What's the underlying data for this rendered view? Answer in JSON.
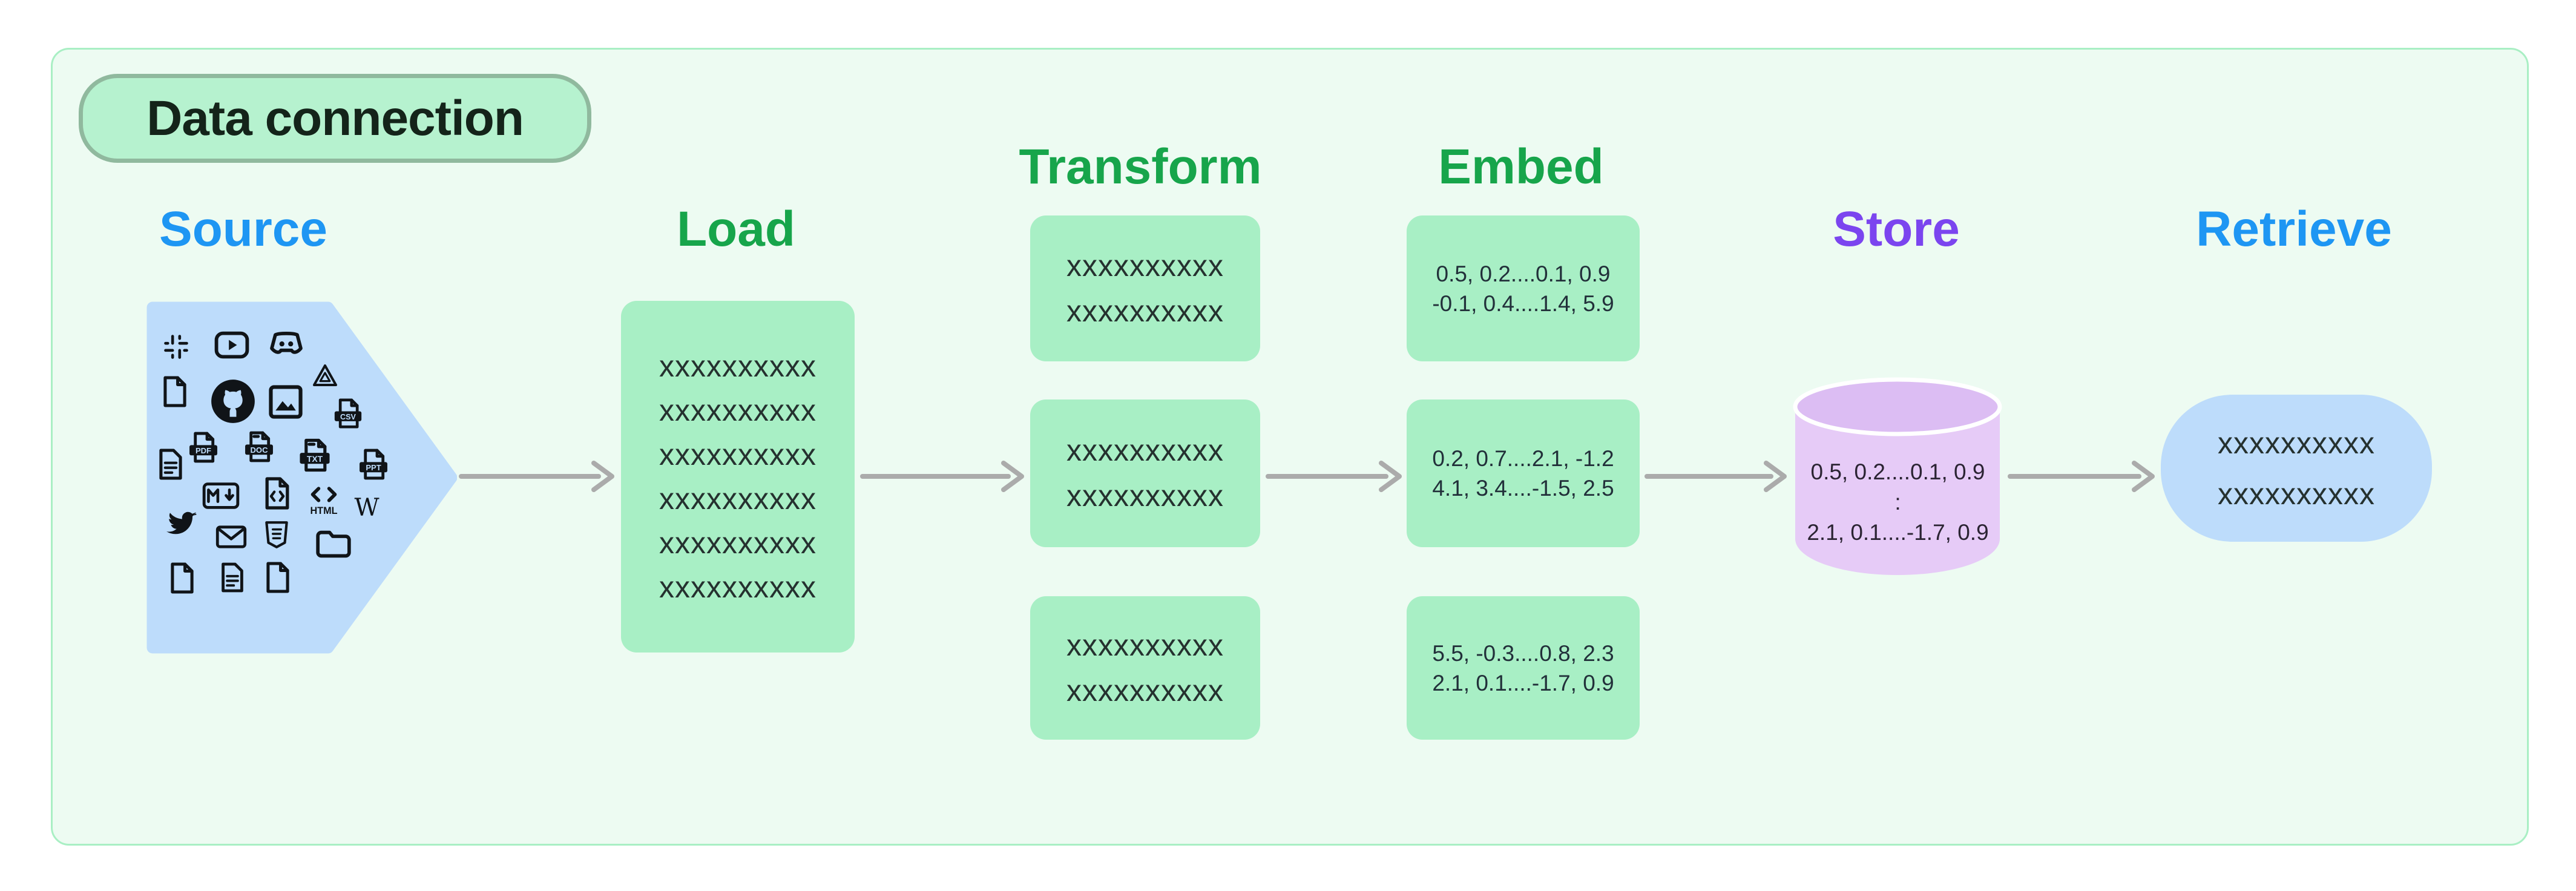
{
  "title": "Data connection",
  "stages": {
    "source": {
      "heading": "Source"
    },
    "load": {
      "heading": "Load",
      "lines": [
        "xxxxxxxxxx",
        "xxxxxxxxxx",
        "xxxxxxxxxx",
        "xxxxxxxxxx",
        "xxxxxxxxxx",
        "xxxxxxxxxx"
      ]
    },
    "transform": {
      "heading": "Transform",
      "boxes": [
        [
          "xxxxxxxxxx",
          "xxxxxxxxxx"
        ],
        [
          "xxxxxxxxxx",
          "xxxxxxxxxx"
        ],
        [
          "xxxxxxxxxx",
          "xxxxxxxxxx"
        ]
      ]
    },
    "embed": {
      "heading": "Embed",
      "boxes": [
        [
          "0.5, 0.2....0.1, 0.9",
          "-0.1, 0.4....1.4, 5.9"
        ],
        [
          "0.2, 0.7....2.1, -1.2",
          "4.1, 3.4....-1.5, 2.5"
        ],
        [
          "5.5, -0.3....0.8, 2.3",
          "2.1, 0.1....-1.7, 0.9"
        ]
      ]
    },
    "store": {
      "heading": "Store",
      "lines": [
        "0.5, 0.2....0.1, 0.9",
        ":",
        "2.1, 0.1....-1.7, 0.9"
      ]
    },
    "retrieve": {
      "heading": "Retrieve",
      "lines": [
        "xxxxxxxxxx",
        "xxxxxxxxxx"
      ]
    }
  },
  "icon_labels": {
    "csv": "CSV",
    "pdf": "PDF",
    "doc": "DOC",
    "txt": "TXT",
    "ppt": "PPT",
    "html": "HTML",
    "wikipedia": "W"
  },
  "source_icons": [
    "slack",
    "youtube",
    "discord",
    "file",
    "github",
    "image",
    "google-drive",
    "csv",
    "file-text",
    "pdf",
    "doc",
    "txt",
    "ppt",
    "markdown",
    "code-file",
    "html",
    "wikipedia",
    "twitter",
    "mail",
    "css3",
    "folder",
    "file",
    "file-text",
    "file"
  ],
  "colors": {
    "frame_bg": "#edfbf2",
    "frame_border": "#a9efc4",
    "pill_bg": "#b6f2cf",
    "pill_border": "#90b99e",
    "green_fill": "#a8efc5",
    "blue_fill": "#bddcfb",
    "cylinder_body": "#e6cbf7",
    "cylinder_top": "#dcbdf3",
    "heading_green": "#17a54b",
    "heading_blue": "#1e96f3",
    "heading_purple": "#7b45ef",
    "arrow": "#ababab",
    "text_dark": "#25312f"
  }
}
